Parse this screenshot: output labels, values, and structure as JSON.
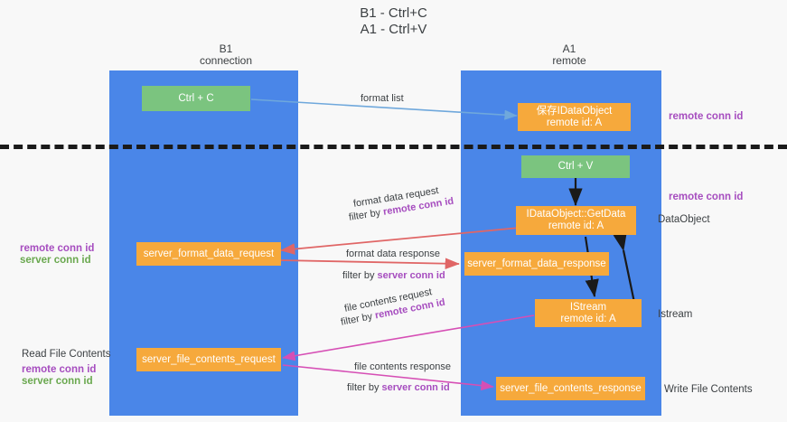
{
  "diagram": {
    "title_line1": "B1 - Ctrl+C",
    "title_line2": "A1 - Ctrl+V",
    "colors": {
      "lane": "#4a86e8",
      "orange": "#f6a93c",
      "green": "#7bc47f",
      "purple_text": "#a64dbf",
      "green_text": "#6aa84f",
      "arrow_blue": "#6fa8dc",
      "arrow_red": "#e06666",
      "arrow_magenta": "#d64fb5",
      "arrow_black": "#1a1a1a",
      "divider": "#1a1a1a"
    },
    "columns": [
      {
        "name": "B1",
        "sub": "connection"
      },
      {
        "name": "A1",
        "sub": "remote"
      }
    ],
    "nodes": {
      "ctrl_c": {
        "label": "Ctrl + C"
      },
      "save_idataobject": {
        "line1": "保存IDataObject",
        "line2": "remote id: A"
      },
      "ctrl_v": {
        "label": "Ctrl + V"
      },
      "getdata": {
        "line1": "IDataObject::GetData",
        "line2": "remote id: A"
      },
      "server_format_data_request": {
        "label": "server_format_data_request"
      },
      "server_format_data_response": {
        "label": "server_format_data_response"
      },
      "istream": {
        "line1": "IStream",
        "line2": "remote id: A"
      },
      "server_file_contents_request": {
        "label": "server_file_contents_request"
      },
      "server_file_contents_response": {
        "label": "server_file_contents_response"
      }
    },
    "edge_labels": {
      "format_list": "format list",
      "format_data_request": "format data request",
      "format_data_request_filter_prefix": "filter by ",
      "format_data_request_filter_key": "remote conn id",
      "format_data_response": "format data response",
      "format_data_response_filter_prefix": "filter by ",
      "format_data_response_filter_key": "server conn id",
      "file_contents_request": "file contents request",
      "file_contents_request_filter_prefix": "filter by ",
      "file_contents_request_filter_key": "remote conn id",
      "file_contents_response": "file contents response",
      "file_contents_response_filter_prefix": "filter by ",
      "file_contents_response_filter_key": "server conn id"
    },
    "right_labels": {
      "remote_conn_id_top": "remote conn id",
      "remote_conn_id_mid": "remote conn id",
      "dataobject": "DataObject",
      "istream": "Istream",
      "write_file_contents": "Write File Contents"
    },
    "left_labels": {
      "remote_conn_id_mid": "remote conn id",
      "server_conn_id_mid": "server conn id",
      "read_file_contents": "Read File Contents",
      "remote_conn_id_bottom": "remote conn id",
      "server_conn_id_bottom": "server conn id"
    }
  }
}
